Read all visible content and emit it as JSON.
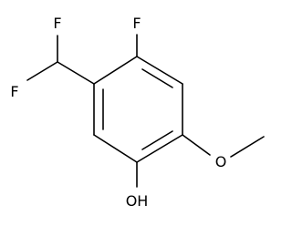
{
  "molecule": {
    "atom_labels": {
      "f_top": "F",
      "f_chf2_top": "F",
      "f_chf2_left": "F",
      "hydroxyl": "OH",
      "methoxy_oxygen": "O"
    },
    "colors": {
      "bond": "#000000",
      "text": "#000000",
      "background": "#ffffff"
    }
  }
}
